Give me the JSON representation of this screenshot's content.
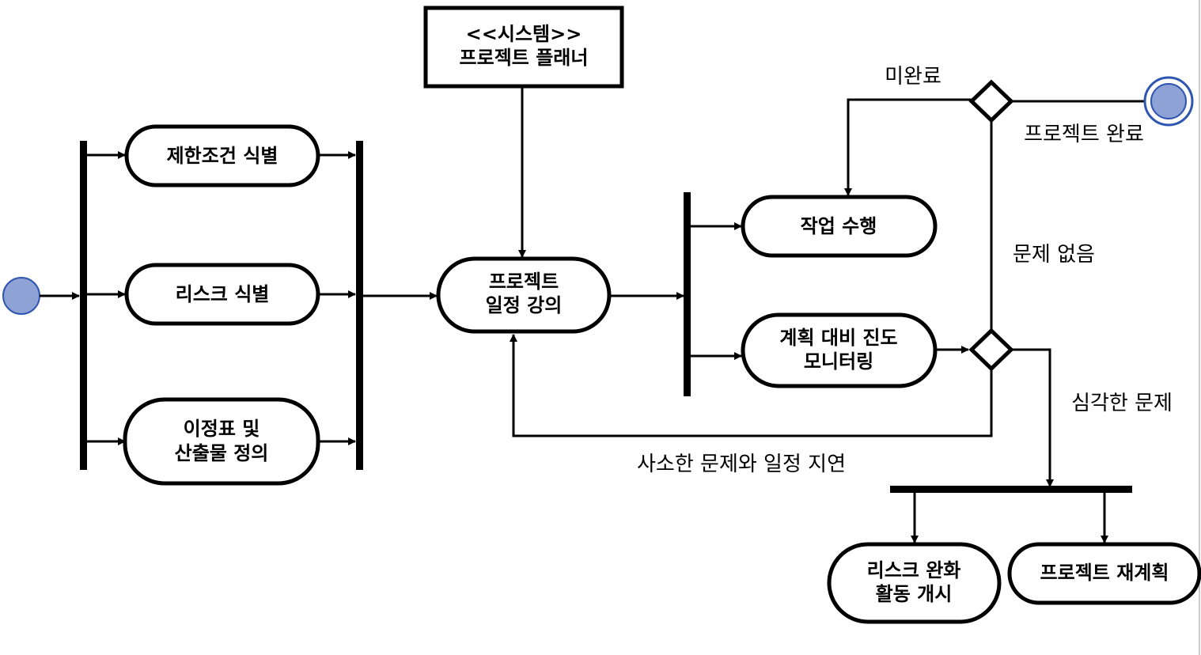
{
  "system_box": {
    "stereotype": "<<시스템>>",
    "name": "프로젝트 플래너"
  },
  "activities": {
    "identify_constraints": "제한조건 식별",
    "identify_risks": "리스크 식별",
    "define_milestones_1": "이정표 및",
    "define_milestones_2": "산출물 정의",
    "schedule_lecture_1": "프로젝트",
    "schedule_lecture_2": "일정 강의",
    "perform_work": "작업 수행",
    "monitor_progress_1": "계획 대비 진도",
    "monitor_progress_2": "모니터링",
    "risk_mitigation_1": "리스크 완화",
    "risk_mitigation_2": "활동 개시",
    "replan": "프로젝트 재계획"
  },
  "guards": {
    "incomplete": "미완료",
    "project_complete": "프로젝트 완료",
    "no_problem": "문제 없음",
    "serious_problem": "심각한 문제",
    "minor_problem": "사소한 문제와 일정 지연"
  },
  "colors": {
    "node_fill": "#8ea2d6",
    "node_stroke": "#2e55b0",
    "line": "#000000"
  }
}
